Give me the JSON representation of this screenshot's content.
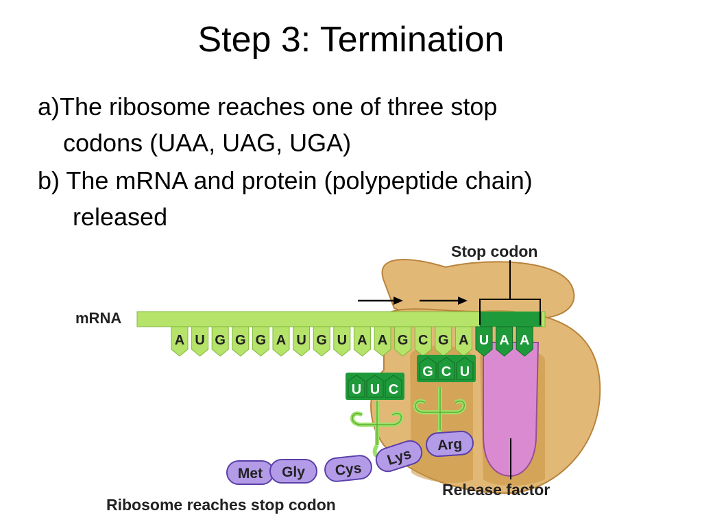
{
  "slide": {
    "title": "Step 3: Termination",
    "bullet_a_line1": "a)The ribosome reaches one of three stop",
    "bullet_a_line2": "codons (UAA, UAG, UGA)",
    "bullet_b_line1": "b) The mRNA and protein (polypeptide chain)",
    "bullet_b_line2": "released"
  },
  "diagram": {
    "mrna_label": "mRNA",
    "stop_codon_label": "Stop codon",
    "release_factor_label": "Release factor",
    "caption": "Ribosome reaches stop codon",
    "mrna_bases": [
      "A",
      "U",
      "G",
      "G",
      "G",
      "A",
      "U",
      "G",
      "U",
      "A",
      "A",
      "G",
      "C",
      "G",
      "A",
      "U",
      "A",
      "A"
    ],
    "trna_left_anticodon": [
      "U",
      "U",
      "C"
    ],
    "trna_right_anticodon": [
      "G",
      "C",
      "U"
    ],
    "amino_acids": [
      "Met",
      "Gly",
      "Cys",
      "Lys",
      "Arg"
    ],
    "colors": {
      "mrna": "#b6e36a",
      "mrna_dark": "#7fb83a",
      "stop_green": "#1f9a3a",
      "ribosome": "#e2b877",
      "ribosome_dark": "#b9833c",
      "release_factor": "#d98ad0",
      "amino_acid": "#b49be8",
      "trna": "#9be06a"
    }
  }
}
